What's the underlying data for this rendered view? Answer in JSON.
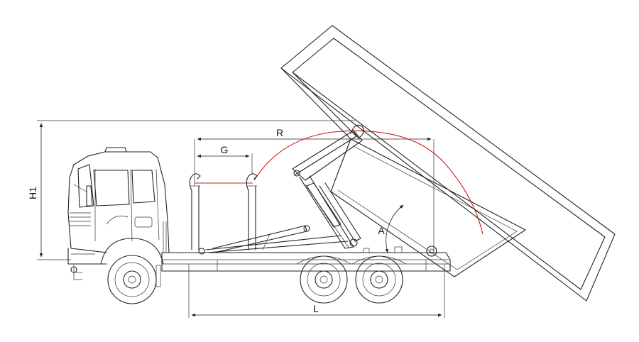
{
  "labels": {
    "r": "R",
    "g": "G",
    "h1": "H1",
    "a": "A",
    "l": "L"
  },
  "colors": {
    "line": "#222222",
    "arc": "#d11a1a",
    "background": "#ffffff"
  }
}
